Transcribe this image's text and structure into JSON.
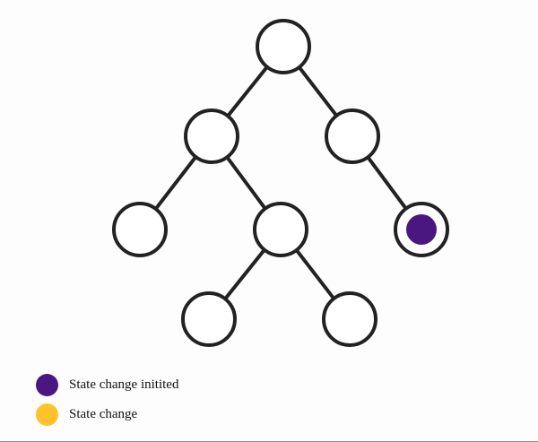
{
  "colors": {
    "state_change_initiated": "#4a1780",
    "state_change": "#ffc22a",
    "node_stroke": "#222222",
    "node_fill": "#ffffff"
  },
  "tree": {
    "nodes": [
      {
        "id": "root"
      },
      {
        "id": "left"
      },
      {
        "id": "right"
      },
      {
        "id": "left-left"
      },
      {
        "id": "left-right"
      },
      {
        "id": "right-right",
        "state": "state_change_initiated"
      },
      {
        "id": "left-right-left"
      },
      {
        "id": "left-right-right"
      }
    ],
    "edges": [
      [
        "root",
        "left"
      ],
      [
        "root",
        "right"
      ],
      [
        "left",
        "left-left"
      ],
      [
        "left",
        "left-right"
      ],
      [
        "right",
        "right-right"
      ],
      [
        "left-right",
        "left-right-left"
      ],
      [
        "left-right",
        "left-right-right"
      ]
    ]
  },
  "legend": {
    "items": [
      {
        "label": "State change initited",
        "color_key": "state_change_initiated"
      },
      {
        "label": "State change",
        "color_key": "state_change"
      }
    ]
  }
}
